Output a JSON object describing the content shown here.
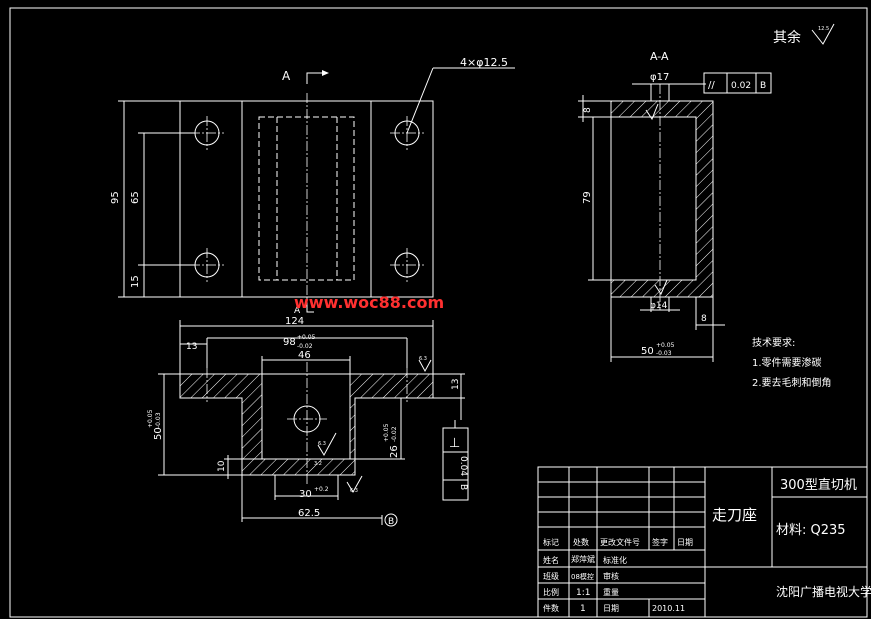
{
  "drawing": {
    "view_label_a": "A",
    "view_label_a2": "A",
    "section_label": "A-A",
    "hole_callout": "4×φ12.5",
    "dim_95": "95",
    "dim_65": "65",
    "dim_15": "15",
    "dim_124": "124",
    "dim_98": "98",
    "dim_98_tol_upper": "+0.05",
    "dim_98_tol_lower": "-0.02",
    "dim_46": "46",
    "dim_13_left": "13",
    "dim_13_right": "13",
    "dim_50_left": "50",
    "dim_50_tol_upper": "+0.05",
    "dim_50_tol_lower": "-0.03",
    "dim_26": "26",
    "dim_26_tol_upper": "+0.05",
    "dim_26_tol_lower": "-0.02",
    "dim_10": "10",
    "dim_30": "30",
    "dim_30_tol": "+0.2",
    "dim_625": "62.5",
    "datum_b": "B",
    "dim_phi17": "φ17",
    "dim_8": "8",
    "dim_79": "79",
    "dim_phi14": "φ14",
    "dim_8b": "8",
    "dim_50_right": "50",
    "dim_50r_tol_upper": "+0.05",
    "dim_50r_tol_lower": "-0.03",
    "gtol_parallel_symbol": "//",
    "gtol_parallel_value": "0.02",
    "gtol_parallel_datum": "B",
    "gtol_perp_symbol": "⊥",
    "gtol_perp_value": "0.04",
    "gtol_perp_datum": "B",
    "rough_a": "6.3",
    "rough_b": "6.3",
    "rough_c": "6.3",
    "rough_d": "3.2",
    "remaining_label": "其余",
    "remaining_rough": "12.5",
    "watermark": "www.woc88.com",
    "tech_req_title": "技术要求:",
    "tech_req_1": "1.零件需要渗碳",
    "tech_req_2": "2.要去毛刺和倒角"
  },
  "title_block": {
    "part_name": "走刀座",
    "drawing_name": "300型直切机",
    "material": "材料: Q235",
    "school": "沈阳广播电视大学",
    "row_headers": [
      "标记",
      "处数",
      "更改文件号",
      "签字",
      "日期"
    ],
    "label_designer": "姓名",
    "designer_name": "郑萍斌",
    "label_std": "标准化",
    "label_class": "班级",
    "class_name": "08模控",
    "label_review": "审核",
    "label_scale": "比例",
    "scale_value": "1:1",
    "label_weight": "重量",
    "label_sheets": "件数",
    "sheets_value": "1",
    "label_date": "日期",
    "date_value": "2010.11"
  }
}
